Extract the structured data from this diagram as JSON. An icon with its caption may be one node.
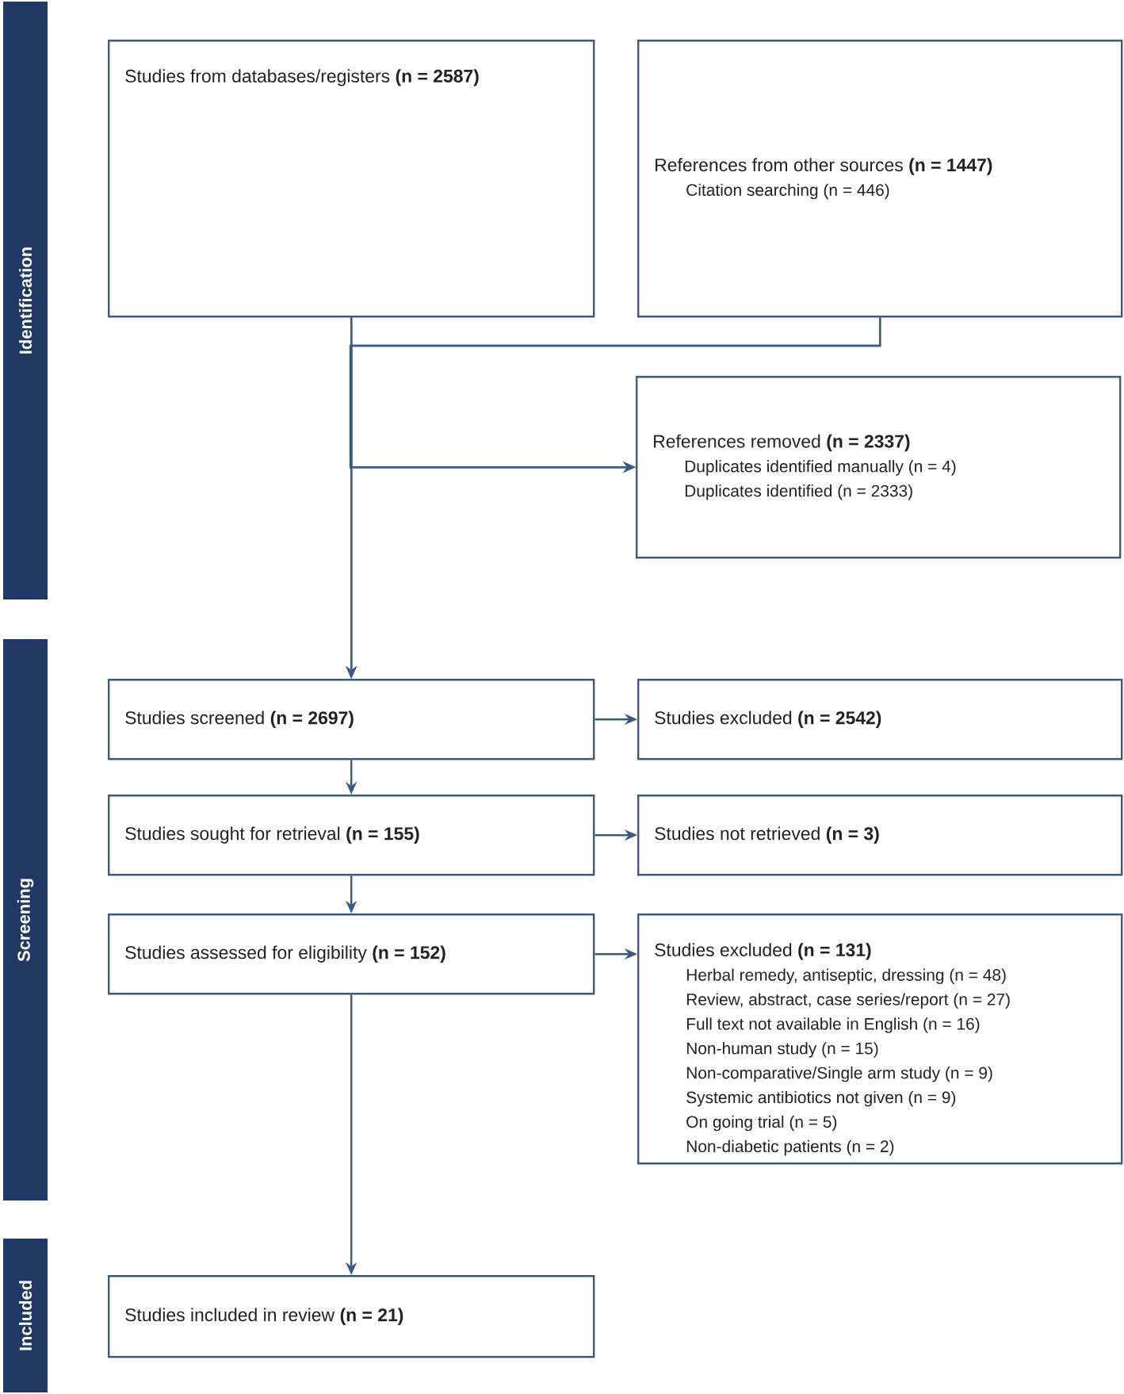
{
  "diagram": {
    "nodes": [
      {
        "text": [
          "Identification"
        ]
      },
      {
        "text": [
          "Screening"
        ]
      },
      {
        "text": [
          "Included"
        ]
      },
      {
        "text": [
          "Studies from databases/registers **(n = 2587)**"
        ]
      },
      {
        "text": [
          "References from other sources **(n = 1447)**",
          "Citation searching (n = 446)"
        ]
      },
      {
        "text": [
          "References removed **(n = 2337)**",
          "Duplicates identified manually (n = 4)",
          "Duplicates identified (n = 2333)"
        ]
      },
      {
        "text": [
          "Studies screened **(n = 2697)**"
        ]
      },
      {
        "text": [
          "Studies excluded **(n = 2542)**"
        ]
      },
      {
        "text": [
          "Studies sought for retrieval **(n = 155)**"
        ]
      },
      {
        "text": [
          "Studies not retrieved **(n = 3)**"
        ]
      },
      {
        "text": [
          "Studies assessed for eligibility **(n = 152)**"
        ]
      },
      {
        "text": [
          "Studies excluded **(n = 131)**",
          "Herbal remedy, antiseptic, dressing (n = 48)",
          "Review, abstract, case series/report (n = 27)",
          "Full text not available in English (n = 16)",
          "Non-human study (n = 15)",
          "Non-comparative/Single arm study (n = 9)",
          "Systemic antibiotics not given (n = 9)",
          "On going trial (n = 5)",
          "Non-diabetic patients (n = 2)"
        ]
      },
      {
        "text": [
          "Studies included in review **(n = 21)**"
        ]
      }
    ],
    "edges": [
      {
        "from": 3,
        "to": 6,
        "arrow": "to"
      },
      {
        "from": 4,
        "to": 6,
        "arrow": "to"
      },
      {
        "from": 3,
        "to": 5,
        "arrow": "to"
      },
      {
        "from": 4,
        "to": 5,
        "arrow": "to"
      },
      {
        "from": 6,
        "to": 7,
        "arrow": "to"
      },
      {
        "from": 6,
        "to": 8,
        "arrow": "to"
      },
      {
        "from": 8,
        "to": 9,
        "arrow": "to"
      },
      {
        "from": 8,
        "to": 10,
        "arrow": "to"
      },
      {
        "from": 10,
        "to": 11,
        "arrow": "to"
      },
      {
        "from": 10,
        "to": 12,
        "arrow": "to"
      }
    ]
  }
}
